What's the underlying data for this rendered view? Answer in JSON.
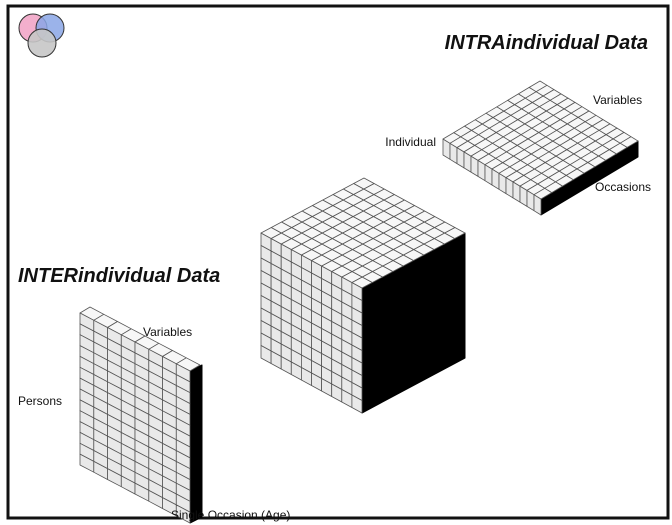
{
  "logo": {
    "name": "venn-logo",
    "colors": [
      "#f2a6c8",
      "#6f8fd8",
      "#bdbdbd"
    ]
  },
  "intra": {
    "title": "INTRAindividual Data",
    "labels": {
      "variables": "Variables",
      "individual": "Individual",
      "occasions": "Occasions"
    }
  },
  "inter": {
    "title": "INTERindividual Data",
    "labels": {
      "variables": "Variables",
      "persons": "Persons",
      "occasion": "Single Occasion (Age)"
    }
  },
  "colors": {
    "frame": "#111111",
    "cell_fill": "#f7f7f7",
    "cell_stroke": "#555555",
    "side_dark": "#000000",
    "left_face": "#e9e9e9"
  }
}
